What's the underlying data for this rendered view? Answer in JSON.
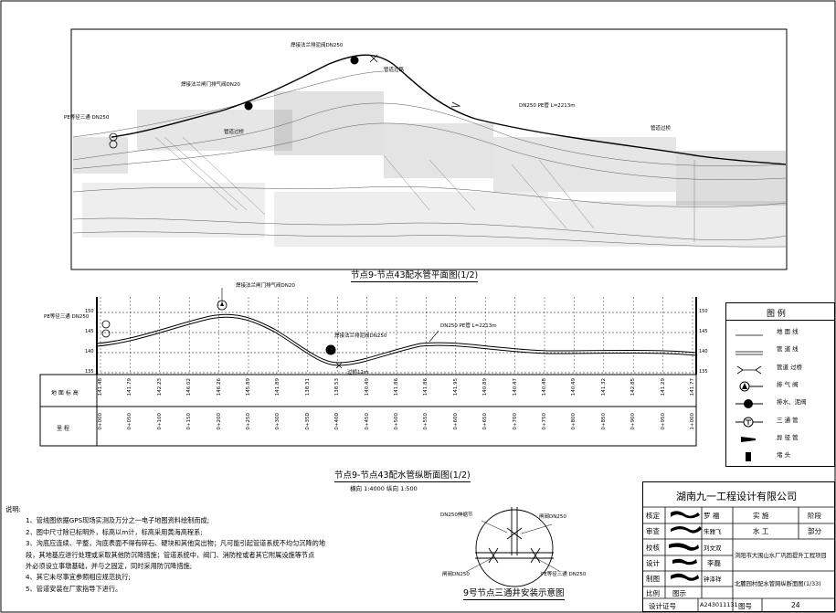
{
  "plan": {
    "title": "节点9-节点43配水管平面图(1/2)",
    "labels": {
      "valve_air": "焊接法兰闸门排气阀DN20",
      "valve_drain": "焊接法兰排泥阀DN250",
      "tee_reduce": "PE等径三通 DN250",
      "pipe_crossing_1": "管道过桥",
      "pipe_crossing_2": "管道过路",
      "pipe_spec": "DN250 PE管 L=2213m",
      "bridge": "管道过桥"
    }
  },
  "profile": {
    "title": "节点9-节点43配水管纵断面图(1/2)",
    "scale": "横向 1:4000  纵向 1:500",
    "labels": {
      "tee": "PE等径三通 DN250",
      "air_valve": "焊接法兰闸门排气阀DN20",
      "drain_valve": "焊接法兰排泥阀DN250",
      "pipe_spec": "DN250 PE管 L=2213m",
      "crossing": "过桥11m"
    },
    "elev_left": [
      "150",
      "145",
      "140",
      "135"
    ],
    "elev_right": [
      "150",
      "145",
      "140",
      "135"
    ],
    "row_ground": "地 面 标 高",
    "row_chainage": "里    程",
    "ground_elevations": [
      "141.48",
      "141.79",
      "142.23",
      "146.02",
      "146.26",
      "145.89",
      "141.89",
      "138.31",
      "138.53",
      "140.49",
      "141.86",
      "141.86",
      "141.95",
      "140.89",
      "140.47",
      "140.48",
      "140.49",
      "141.32",
      "142.85",
      "141.29",
      "141.77"
    ],
    "chainages": [
      "0+000",
      "0+050",
      "0+100",
      "0+150",
      "0+200",
      "0+250",
      "0+300",
      "0+350",
      "0+400",
      "0+450",
      "0+500",
      "0+550",
      "0+600",
      "0+650",
      "0+700",
      "0+750",
      "0+800",
      "0+850",
      "0+900",
      "0+950",
      "1+000"
    ]
  },
  "legend": {
    "title": "图  例",
    "items": [
      {
        "label": "地 面 线",
        "icon": "ground-line"
      },
      {
        "label": "管 道 线",
        "icon": "pipe-line"
      },
      {
        "label": "管道 过桥",
        "icon": "bridge-crossing"
      },
      {
        "label": "排 气 阀",
        "icon": "air-valve"
      },
      {
        "label": "排水、泥阀",
        "icon": "drain-valve"
      },
      {
        "label": "三 通 管",
        "icon": "tee"
      },
      {
        "label": "异 径 管",
        "icon": "reducer"
      },
      {
        "label": "堵    头",
        "icon": "end-cap"
      }
    ]
  },
  "notes": {
    "heading": "说明:",
    "items": [
      "1、管线图依据GPS现场实测及万分之一电子地图资料绘制而成;",
      "2、图中尺寸除已标明外，标高以m计，标高采用黄海高程系;",
      "3、沟底应连续、平整，沟底表面不得有碎石、硬块和其他突出物；凡可能引起管道系统不均匀沉降的地",
      "   段，其地基应进行处理或采取其他防沉降措施；管道系统中，阀门、消防栓或者其它附属设施等节点",
      "   外必须设立事墩基础，并与之固定，同时采用防沉降措施;",
      "4、其它未尽事宜参照相应规范执行;",
      "5、管道安装在厂家指导下进行。"
    ]
  },
  "detail": {
    "title": "9号节点三通井安装示意图",
    "labels": {
      "top_left": "DN250伸缩节",
      "top_right": "闸阀DN250",
      "bottom_left": "闸阀DN250",
      "bottom_right": "PE等径三通 DN250"
    }
  },
  "title_block": {
    "company": "湖南九一工程设计有限公司",
    "rows": [
      {
        "role": "核定",
        "name": "罗  福",
        "col3": "实  施",
        "col4": "阶段"
      },
      {
        "role": "审查",
        "name": "朱雅飞",
        "col3": "水  工",
        "col4": "部分"
      },
      {
        "role": "校核",
        "name": "刘文双",
        "col3": "浏阳市大围山水厂巩固提升工程项目"
      },
      {
        "role": "设计",
        "name": "李磊",
        "col3": ""
      },
      {
        "role": "制图",
        "name": "钟泽祥",
        "col3": "北麓园村配水管网纵断面图(1/33)"
      },
      {
        "role": "比例",
        "name": "图示",
        "col3": ""
      }
    ],
    "cert_label": "设计证号",
    "cert_no": "A243011131",
    "drawing_no_label": "图号",
    "drawing_no": "24"
  }
}
